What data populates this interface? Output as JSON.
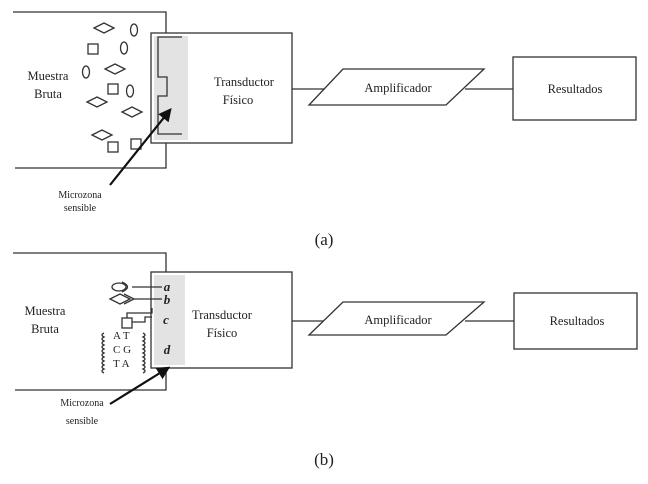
{
  "diagram_a": {
    "sample_label_line1": "Muestra",
    "sample_label_line2": "Bruta",
    "transducer_line1": "Transductor",
    "transducer_line2": "Físico",
    "amplifier": "Amplificador",
    "results": "Resultados",
    "microzone_line1": "Microzona",
    "microzone_line2": "sensible",
    "caption": "(a)"
  },
  "diagram_b": {
    "sample_label_line1": "Muestra",
    "sample_label_line2": "Bruta",
    "transducer_line1": "Transductor",
    "transducer_line2": "Físico",
    "amplifier": "Amplificador",
    "results": "Resultados",
    "microzone_line1": "Microzona",
    "microzone_line2": "sensible",
    "receptor_labels": [
      "a",
      "b",
      "c",
      "d"
    ],
    "dna_pairs": [
      "A T",
      "C G",
      "T A"
    ],
    "caption": "(b)"
  },
  "colors": {
    "microzone_fill": "#e3e3e3",
    "line": "#333333"
  }
}
